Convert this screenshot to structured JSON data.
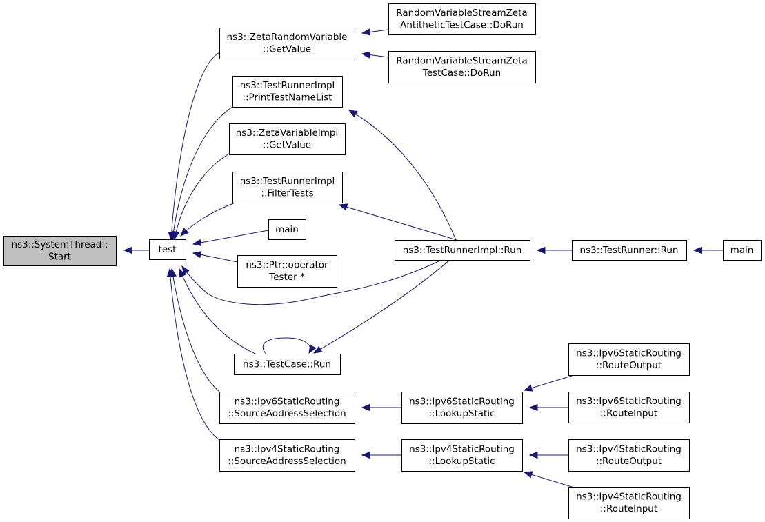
{
  "diagram": {
    "edge_color": "#191970",
    "root_fill": "#bfbfbf",
    "nodes": [
      {
        "id": "systemthread_start",
        "lines": [
          "ns3::SystemThread::",
          "Start"
        ]
      },
      {
        "id": "test",
        "lines": [
          "test"
        ]
      },
      {
        "id": "zetarv_getvalue",
        "lines": [
          "ns3::ZetaRandomVariable",
          "::GetValue"
        ]
      },
      {
        "id": "printtestnamelist",
        "lines": [
          "ns3::TestRunnerImpl",
          "::PrintTestNameList"
        ]
      },
      {
        "id": "zetavarimpl_getvalue",
        "lines": [
          "ns3::ZetaVariableImpl",
          "::GetValue"
        ]
      },
      {
        "id": "filtertests",
        "lines": [
          "ns3::TestRunnerImpl",
          "::FilterTests"
        ]
      },
      {
        "id": "main_a",
        "lines": [
          "main"
        ]
      },
      {
        "id": "ptr_operator",
        "lines": [
          "ns3::Ptr::operator",
          "Tester *"
        ]
      },
      {
        "id": "testcase_run",
        "lines": [
          "ns3::TestCase::Run"
        ]
      },
      {
        "id": "ipv6_srcaddr",
        "lines": [
          "ns3::Ipv6StaticRouting",
          "::SourceAddressSelection"
        ]
      },
      {
        "id": "ipv4_srcaddr",
        "lines": [
          "ns3::Ipv4StaticRouting",
          "::SourceAddressSelection"
        ]
      },
      {
        "id": "rvs_zeta_antithetic",
        "lines": [
          "RandomVariableStreamZeta",
          "AntitheticTestCase::DoRun"
        ]
      },
      {
        "id": "rvs_zeta",
        "lines": [
          "RandomVariableStreamZeta",
          "TestCase::DoRun"
        ]
      },
      {
        "id": "testrunnerimpl_run",
        "lines": [
          "ns3::TestRunnerImpl::Run"
        ]
      },
      {
        "id": "testrunner_run",
        "lines": [
          "ns3::TestRunner::Run"
        ]
      },
      {
        "id": "main_b",
        "lines": [
          "main"
        ]
      },
      {
        "id": "ipv6_lookupstatic",
        "lines": [
          "ns3::Ipv6StaticRouting",
          "::LookupStatic"
        ]
      },
      {
        "id": "ipv4_lookupstatic",
        "lines": [
          "ns3::Ipv4StaticRouting",
          "::LookupStatic"
        ]
      },
      {
        "id": "ipv6_routeoutput",
        "lines": [
          "ns3::Ipv6StaticRouting",
          "::RouteOutput"
        ]
      },
      {
        "id": "ipv6_routeinput",
        "lines": [
          "ns3::Ipv6StaticRouting",
          "::RouteInput"
        ]
      },
      {
        "id": "ipv4_routeoutput",
        "lines": [
          "ns3::Ipv4StaticRouting",
          "::RouteOutput"
        ]
      },
      {
        "id": "ipv4_routeinput",
        "lines": [
          "ns3::Ipv4StaticRouting",
          "::RouteInput"
        ]
      }
    ],
    "edges": [
      {
        "from": "test",
        "to": "systemthread_start"
      },
      {
        "from": "zetarv_getvalue",
        "to": "test"
      },
      {
        "from": "printtestnamelist",
        "to": "test"
      },
      {
        "from": "zetavarimpl_getvalue",
        "to": "test"
      },
      {
        "from": "filtertests",
        "to": "test"
      },
      {
        "from": "main_a",
        "to": "test"
      },
      {
        "from": "ptr_operator",
        "to": "test"
      },
      {
        "from": "testrunnerimpl_run",
        "to": "test"
      },
      {
        "from": "testcase_run",
        "to": "test"
      },
      {
        "from": "ipv6_srcaddr",
        "to": "test"
      },
      {
        "from": "ipv4_srcaddr",
        "to": "test"
      },
      {
        "from": "rvs_zeta_antithetic",
        "to": "zetarv_getvalue"
      },
      {
        "from": "rvs_zeta",
        "to": "zetarv_getvalue"
      },
      {
        "from": "testrunnerimpl_run",
        "to": "printtestnamelist"
      },
      {
        "from": "testrunnerimpl_run",
        "to": "filtertests"
      },
      {
        "from": "testrunnerimpl_run",
        "to": "testcase_run"
      },
      {
        "from": "testcase_run",
        "to": "testcase_run"
      },
      {
        "from": "testrunner_run",
        "to": "testrunnerimpl_run"
      },
      {
        "from": "main_b",
        "to": "testrunner_run"
      },
      {
        "from": "ipv6_lookupstatic",
        "to": "ipv6_srcaddr"
      },
      {
        "from": "ipv4_lookupstatic",
        "to": "ipv4_srcaddr"
      },
      {
        "from": "ipv6_routeoutput",
        "to": "ipv6_lookupstatic"
      },
      {
        "from": "ipv6_routeinput",
        "to": "ipv6_lookupstatic"
      },
      {
        "from": "ipv4_routeoutput",
        "to": "ipv4_lookupstatic"
      },
      {
        "from": "ipv4_routeinput",
        "to": "ipv4_lookupstatic"
      }
    ]
  }
}
